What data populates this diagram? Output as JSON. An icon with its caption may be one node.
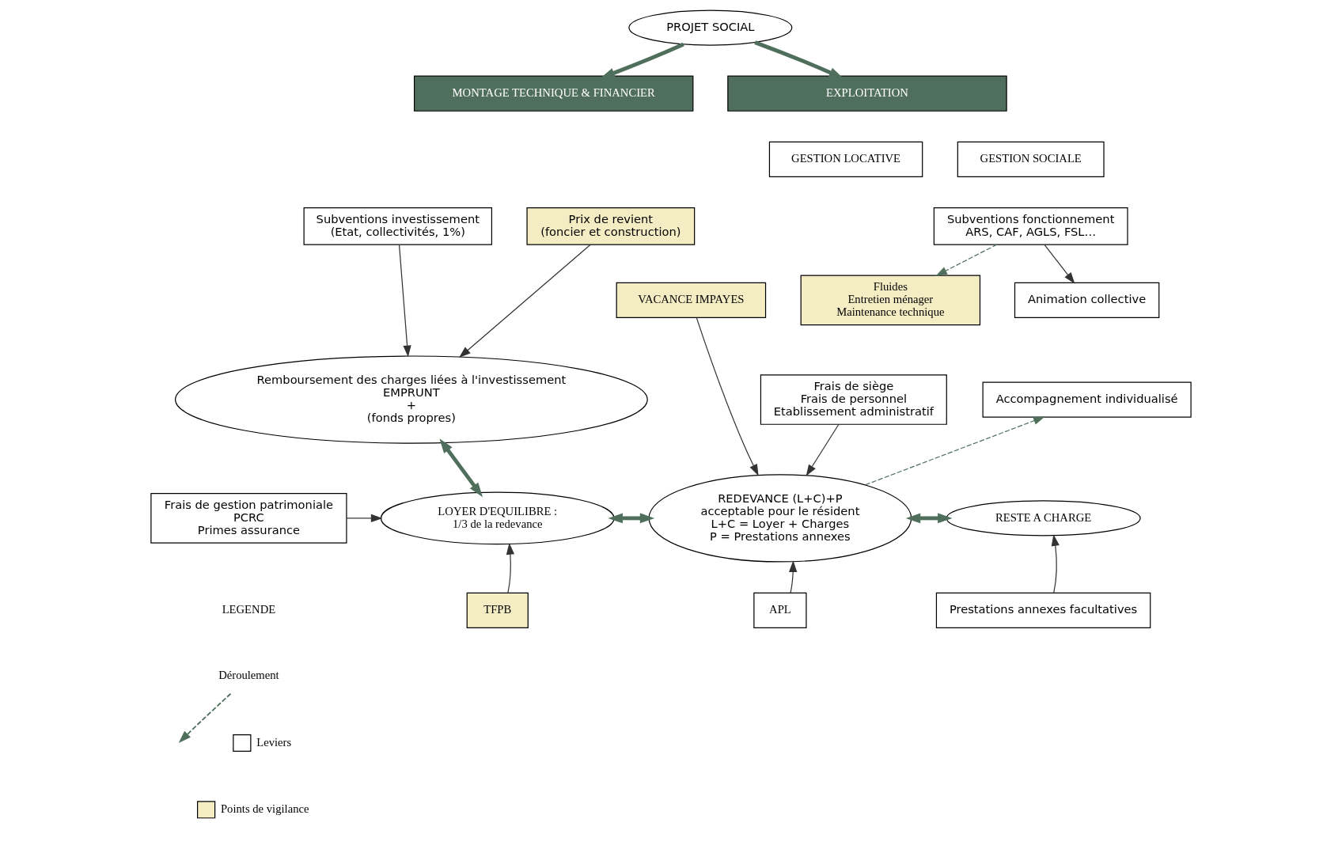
{
  "diagram": {
    "nodes": [
      {
        "text": [
          "PROJET SOCIAL"
        ]
      },
      {
        "text": [
          "MONTAGE TECHNIQUE & FINANCIER"
        ]
      },
      {
        "text": [
          "EXPLOITATION"
        ]
      },
      {
        "text": [
          "GESTION LOCATIVE"
        ]
      },
      {
        "text": [
          "GESTION SOCIALE"
        ]
      },
      {
        "text": [
          "Subventions investissement",
          "(Etat, collectivités, 1%)"
        ]
      },
      {
        "text": [
          "Prix de revient",
          "(foncier et construction)"
        ]
      },
      {
        "text": [
          "Remboursement des charges liées à l'investissement",
          "EMPRUNT",
          "+",
          "(fonds propres)"
        ]
      },
      {
        "text": [
          "Frais de gestion patrimoniale",
          "PCRC",
          "Primes assurance"
        ]
      },
      {
        "text": [
          "LOYER D'EQUILIBRE :",
          "1/3 de la redevance"
        ]
      },
      {
        "text": [
          "TFPB"
        ]
      },
      {
        "text": [
          "VACANCE IMPAYES"
        ]
      },
      {
        "text": [
          "Fluides",
          "Entretien ménager",
          "Maintenance technique"
        ]
      },
      {
        "text": [
          "Frais de siège",
          "Frais de personnel",
          "Etablissement administratif"
        ]
      },
      {
        "text": [
          "Subventions fonctionnement",
          "ARS, CAF, AGLS, FSL…"
        ]
      },
      {
        "text": [
          "Animation collective"
        ]
      },
      {
        "text": [
          "Accompagnement individualisé"
        ]
      },
      {
        "text": [
          "REDEVANCE (L+C)+P",
          "acceptable pour le résident",
          "L+C = Loyer + Charges",
          "P = Prestations annexes"
        ]
      },
      {
        "text": [
          "RESTE A CHARGE"
        ]
      },
      {
        "text": [
          "APL"
        ]
      },
      {
        "text": [
          "Prestations annexes facultatives"
        ]
      }
    ],
    "edges": [
      {
        "from": 0,
        "to": 1,
        "arrow": "to",
        "style": "thick",
        "color": "#4f6f5c"
      },
      {
        "from": 0,
        "to": 2,
        "arrow": "to",
        "style": "thick",
        "color": "#4f6f5c"
      },
      {
        "from": 5,
        "to": 7,
        "arrow": "to"
      },
      {
        "from": 6,
        "to": 7,
        "arrow": "to"
      },
      {
        "from": 7,
        "to": 9,
        "arrow": "both",
        "style": "thick",
        "color": "#4f6f5c"
      },
      {
        "from": 8,
        "to": 9,
        "arrow": "to"
      },
      {
        "from": 10,
        "to": 9,
        "arrow": "to"
      },
      {
        "from": 9,
        "to": 17,
        "arrow": "both",
        "style": "thick",
        "color": "#4f6f5c"
      },
      {
        "from": 11,
        "to": 17,
        "arrow": "to"
      },
      {
        "from": 13,
        "to": 17,
        "arrow": "to"
      },
      {
        "from": 14,
        "to": 12,
        "arrow": "to",
        "style": "dashed",
        "color": "#4f6f5c"
      },
      {
        "from": 14,
        "to": 15,
        "arrow": "to"
      },
      {
        "from": 17,
        "to": 16,
        "arrow": "to",
        "style": "dashed",
        "color": "#4f6f5c"
      },
      {
        "from": 17,
        "to": 18,
        "arrow": "both",
        "style": "thick",
        "color": "#4f6f5c"
      },
      {
        "from": 19,
        "to": 17,
        "arrow": "to"
      },
      {
        "from": 20,
        "to": 18,
        "arrow": "to"
      }
    ],
    "labels": [
      "LEGENDE"
    ],
    "legend": [
      {
        "text": "Déroulement"
      },
      {
        "text": "Leviers",
        "color": "#ffffff"
      },
      {
        "text": "Points de vigilance",
        "color": "#f4edc4"
      }
    ]
  }
}
